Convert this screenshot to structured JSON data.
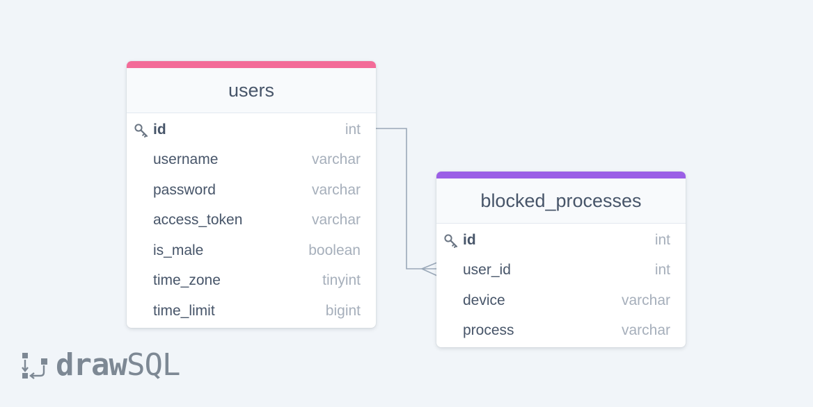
{
  "colors": {
    "background": "#f1f5f9",
    "users_accent": "#f36b98",
    "blocked_accent": "#9b5fe6",
    "connector": "#9aa8b8"
  },
  "tables": {
    "users": {
      "name": "users",
      "columns": [
        {
          "name": "id",
          "type": "int",
          "pk": true
        },
        {
          "name": "username",
          "type": "varchar",
          "pk": false
        },
        {
          "name": "password",
          "type": "varchar",
          "pk": false
        },
        {
          "name": "access_token",
          "type": "varchar",
          "pk": false
        },
        {
          "name": "is_male",
          "type": "boolean",
          "pk": false
        },
        {
          "name": "time_zone",
          "type": "tinyint",
          "pk": false
        },
        {
          "name": "time_limit",
          "type": "bigint",
          "pk": false
        }
      ]
    },
    "blocked": {
      "name": "blocked_processes",
      "columns": [
        {
          "name": "id",
          "type": "int",
          "pk": true
        },
        {
          "name": "user_id",
          "type": "int",
          "pk": false
        },
        {
          "name": "device",
          "type": "varchar",
          "pk": false
        },
        {
          "name": "process",
          "type": "varchar",
          "pk": false
        }
      ]
    }
  },
  "relationship": {
    "from": "users.id",
    "to": "blocked_processes.user_id",
    "cardinality": "one-to-many"
  },
  "logo": {
    "bold_part": "draw",
    "light_part": "SQL"
  }
}
